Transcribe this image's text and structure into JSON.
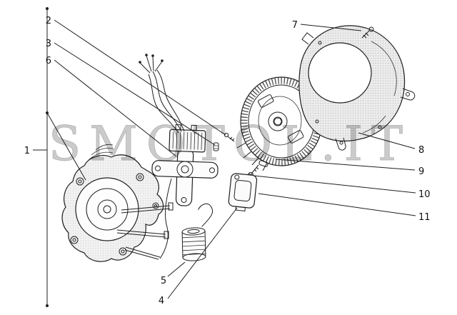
{
  "watermark": {
    "text": "SMOTOL.IT",
    "color": "#cbcbcb"
  },
  "canvas": {
    "background": "#ffffff",
    "line_color": "#1f1f1f"
  },
  "callouts": {
    "c1": "1",
    "c2": "2",
    "c3": "3",
    "c4": "4",
    "c5": "5",
    "c6": "6",
    "c7": "7",
    "c8": "8",
    "c9": "9",
    "c10": "10",
    "c11": "11"
  }
}
